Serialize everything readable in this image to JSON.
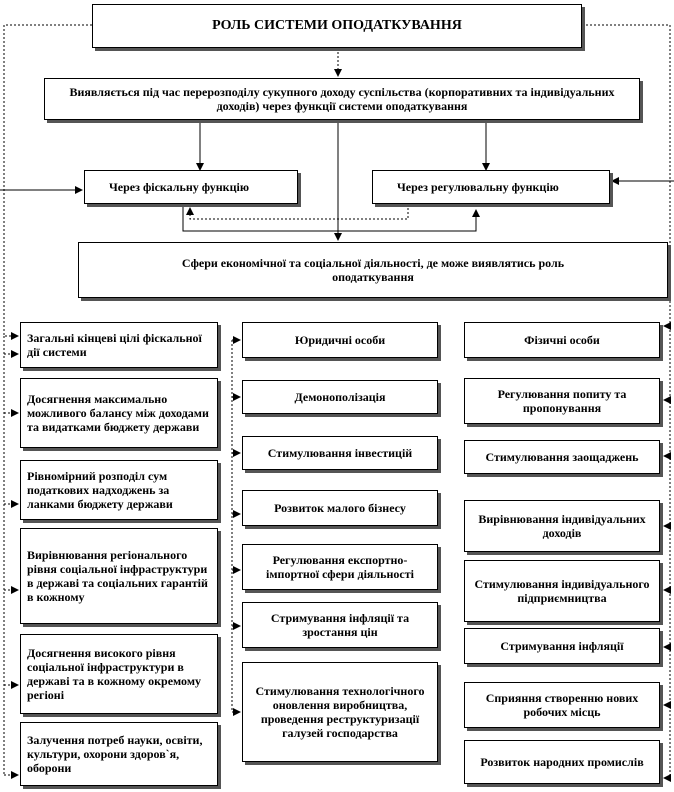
{
  "title": "РОЛЬ СИСТЕМИ ОПОДАТКУВАННЯ",
  "manifestation": "Виявляється під час перерозподілу сукупного доходу суспільства (корпоративних та індивідуальних доходів) через функції системи оподаткування",
  "functions": {
    "fiscal": "Через фіскальну функцію",
    "regulatory": "Через регулювальну функцію"
  },
  "spheres": "Сфери економічної та соціальної діяльності, де може виявлятись роль оподаткування",
  "left_column": [
    "Загальні кінцеві цілі фіскальної дії системи",
    "Досягнення максимально можливого балансу між доходами та видатками бюджету держави",
    "Рівномірний розподіл сум податкових надходжень за ланками бюджету держави",
    "Вирівнювання регіонального рівня соціальної інфраструктури в державі та соціальних гарантій в кожному",
    "Досягнення високого рівня соціальної інфраструктури в державі та в кожному окремому регіоні",
    "Залучення потреб науки, освіти, культури, охорони здоров`я, оборони"
  ],
  "middle_column": [
    "Юридичні особи",
    "Демонополізація",
    "Стимулювання інвестицій",
    "Розвиток малого бізнесу",
    "Регулювання експортно-імпортної сфери діяльності",
    "Стримування інфляції та зростання цін",
    "Стимулювання технологічного оновлення виробництва, проведення реструктуризації галузей господарства"
  ],
  "right_column": [
    "Фізичні особи",
    "Регулювання попиту та пропонування",
    "Стимулювання заощаджень",
    "Вирівнювання індивідуальних доходів",
    "Стимулювання індивідуального підприємництва",
    "Стримування інфляції",
    "Сприяння створенню нових робочих місць",
    "Розвиток народних промислів"
  ]
}
